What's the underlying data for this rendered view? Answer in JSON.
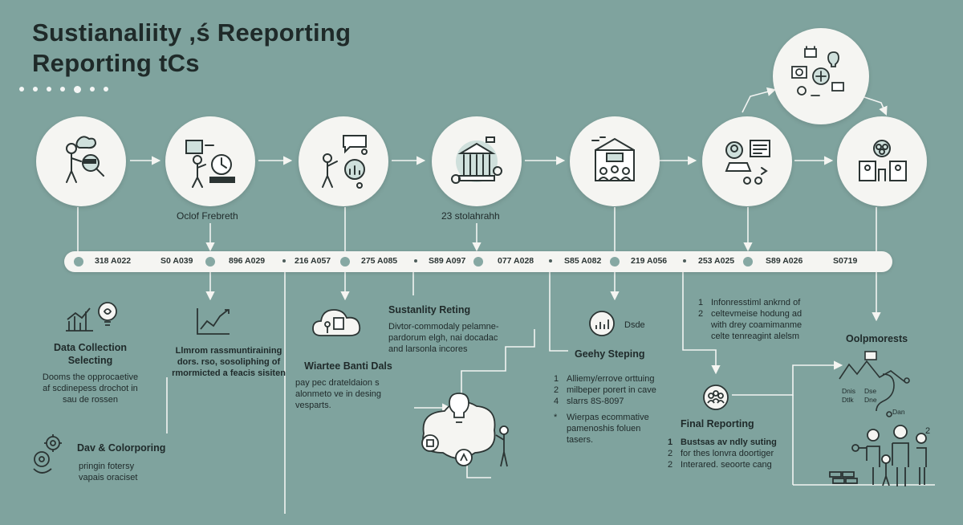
{
  "title": {
    "line1": "Sustianaliity ,ś Reeporting",
    "line2": "Reporting tCs"
  },
  "icons": {
    "step1": "person-magnifier-icon",
    "step2": "person-clock-icon",
    "step3": "person-chart-icon",
    "step4": "building-icon",
    "step5": "council-building-icon",
    "step6": "person-laptop-icon",
    "step7": "team-icon",
    "top": "idea-cluster-icon"
  },
  "step_labels": {
    "step2": "Oclof Frebreth",
    "step4": "23 stolahrahh"
  },
  "timeline": {
    "dates": [
      "318 A022",
      "S0 A039",
      "896 A029",
      "216 A057",
      "275 A085",
      "S89 A097",
      "077 A028",
      "S85 A082",
      "219 A056",
      "253 A025",
      "S89 A026",
      "S0719"
    ]
  },
  "blocks": {
    "data_collection": {
      "title1": "Data Collection",
      "title2": "Selecting",
      "body": [
        "Dooms the opprocaetive",
        "af scdinepess drochot in",
        "sau de rossen"
      ]
    },
    "chart_text": {
      "body": [
        "Llmrom rassmuntiraining",
        "dors. rso, sosoliphing of",
        "rmormicted a feacis sisiten"
      ]
    },
    "dav": {
      "title": "Dav & Colorporing",
      "body": [
        "pringin fotersy",
        "vapais oraciset"
      ]
    },
    "wiartee": {
      "title": "Wiartee Banti Dals",
      "body": [
        "pay pec drateldaion s",
        "alonmeto ve in desing",
        "vesparts."
      ]
    },
    "sust_rating": {
      "title": "Sustanlity Reting",
      "body": [
        "Divtor-commodaly pelamne-",
        "pardorum elgh, nai docadac",
        "and larsonla incores"
      ]
    },
    "geehy": {
      "icon_label": "Dsde",
      "title": "Geehy Steping",
      "items": [
        {
          "n": "1",
          "text": "Alliemy/errove orttuing"
        },
        {
          "n": "2",
          "text": "milbeper porert in cave"
        },
        {
          "n": "4",
          "text": "slarrs 8S-8097"
        },
        {
          "n": "*",
          "text": "Wierpas ecommative"
        }
      ],
      "extra": [
        "pamenoshis foluen",
        "tasers."
      ]
    },
    "info": {
      "items": [
        {
          "n": "1",
          "text": "Infonresstiml ankrnd of"
        },
        {
          "n": "2",
          "text": "celtevmeise hodung ad"
        }
      ],
      "extra": [
        "with drey coamimanme",
        "celte tenreagint alelsm"
      ]
    },
    "final": {
      "title": "Final Reporting",
      "items": [
        {
          "n": "1",
          "text": "Bustsas av ndly suting"
        },
        {
          "n": "2",
          "text": "for thes lonvra doortiger"
        },
        {
          "n": "2",
          "text": "Interared. seoorte cang"
        }
      ]
    },
    "oolp": {
      "title": "Oolpmorests",
      "map_labels": [
        "Dnis",
        "Dtlk",
        "Dse",
        "Dne",
        "Dan"
      ],
      "corner": "2"
    }
  }
}
